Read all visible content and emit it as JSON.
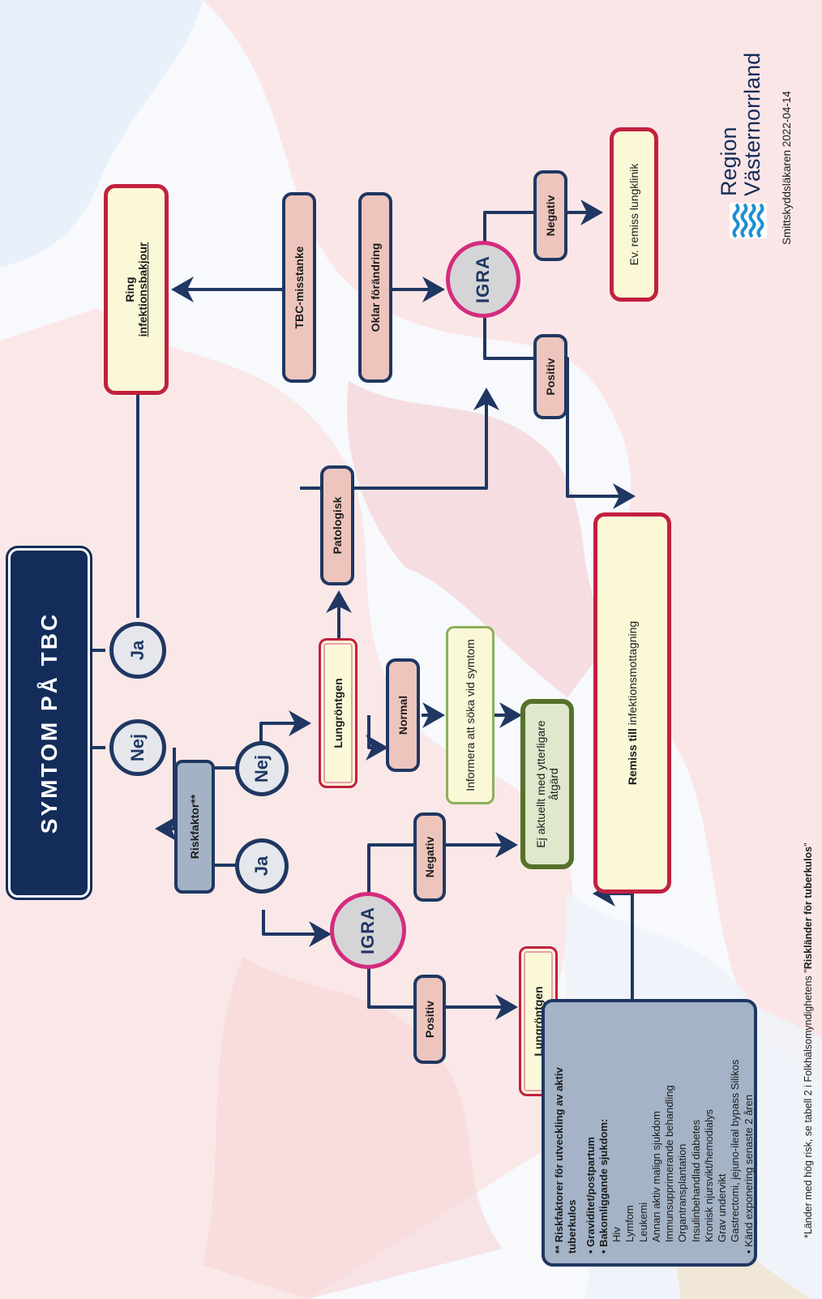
{
  "title": "SYMTOM PÅ TBC",
  "nodes": {
    "ja_top": "Ja",
    "nej_top": "Nej",
    "ring_line1": "Ring",
    "ring_line2": "infektionsbakjour",
    "riskfaktor": "Riskfaktor**",
    "nej_mid": "Nej",
    "ja_mid": "Ja",
    "lungrontgen_upper": "Lungröntgen",
    "patologisk": "Patologisk",
    "tbc_misstanke": "TBC-misstanke",
    "oklar_forandring": "Oklar förändring",
    "igra_top": "IGRA",
    "positiv_top": "Positiv",
    "negativ_top": "Negativ",
    "ev_remiss": "Ev. remiss lungklinik",
    "normal": "Normal",
    "informera": "Informera att söka vid symtom",
    "ej_aktuellt": "Ej aktuellt med ytterligare åtgärd",
    "igra_bottom": "IGRA",
    "negativ_bottom": "Negativ",
    "positiv_bottom": "Positiv",
    "lungrontgen_lower": "Lungröntgen",
    "remiss_bold": "Remiss till",
    "remiss_rest": " infektionsmottagning"
  },
  "risk_box": {
    "heading": "** Riskfaktorer för utveckling av aktiv tuberkulos",
    "bullets": [
      {
        "label": "Graviditet/postpartum",
        "items": []
      },
      {
        "label": "Bakomliggande sjukdom:",
        "items": [
          "Hiv",
          "Lymfom",
          "Leukemi",
          "Annan aktiv malign sjukdom",
          "Immunsupprimerande behandling",
          "Organtransplantation",
          "Insulinbehandlad diabetes",
          "Kronisk njursvikt/hemodialys",
          "Grav undervikt",
          "Gastrectomi, jejuno-ileal bypass Silikos"
        ]
      },
      {
        "label": "Känd exponering senaste 2 åren",
        "items": []
      }
    ]
  },
  "footnote": {
    "text": "*Länder med hög risk, se tabell 2 i Folkhälsomyndighetens \"",
    "bold": "Riskländer för tuberkulos",
    "end": "\""
  },
  "logo": {
    "line1": "Region",
    "line2": "Västernorrland",
    "signature": "Smittskyddsläkaren 2022-04-14"
  },
  "colors": {
    "navy": "#1f3762",
    "title_bg": "#132c59",
    "pink_pill": "#eec5bd",
    "cream": "#fbf8d8",
    "crimson_border": "#c2203f",
    "igra_ring": "#d42c7d",
    "green_border": "#56712a",
    "risk_grey": "#a4b3c6"
  }
}
